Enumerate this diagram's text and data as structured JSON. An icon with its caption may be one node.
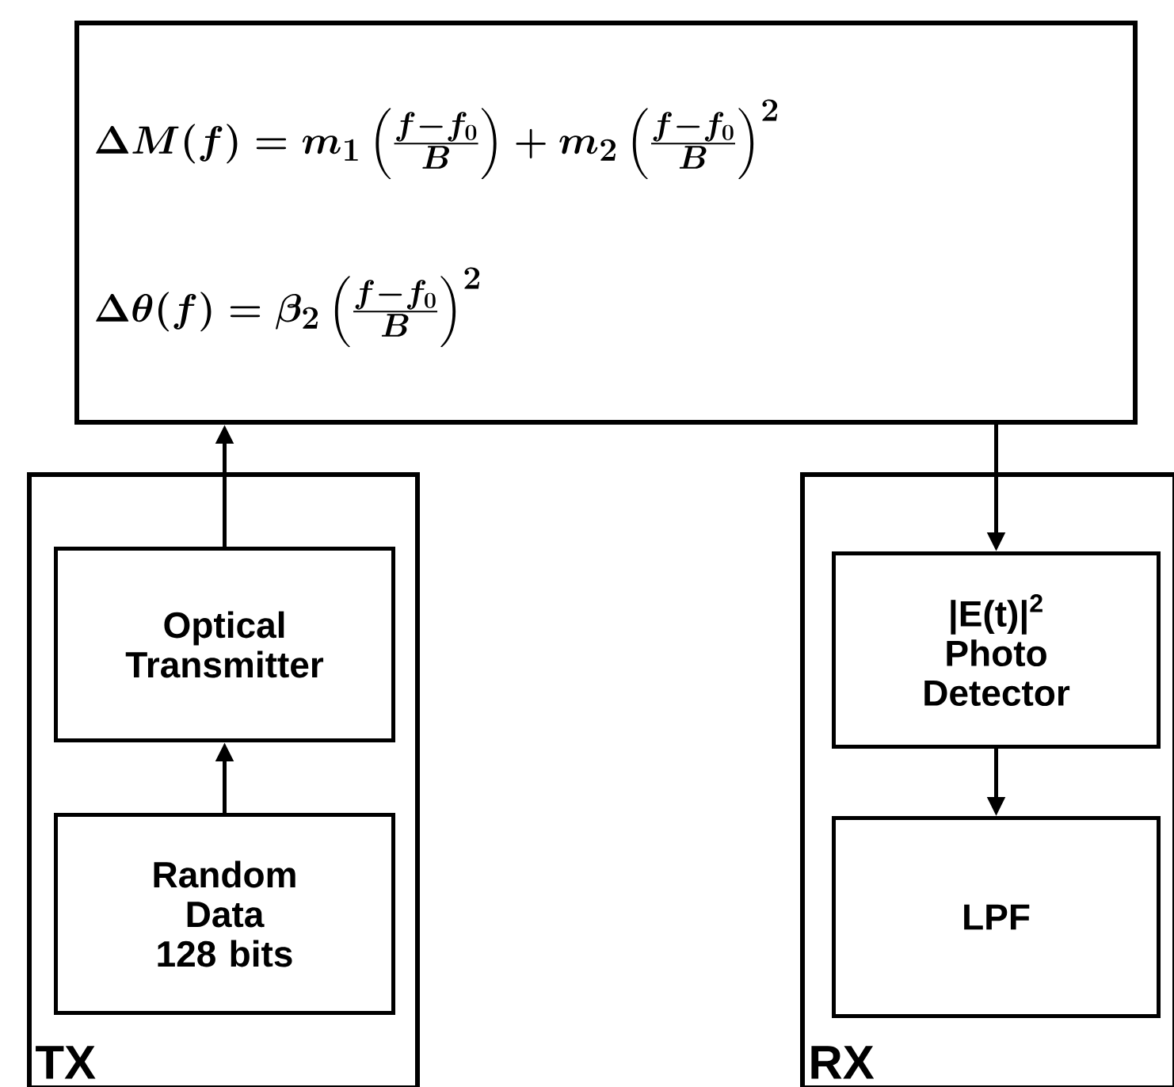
{
  "diagram": {
    "nodes": [
      {
        "text": [
          "\\Delta M(f) = m_1\\left(\\frac{f-f_0}{B}\\right) + m_2\\left(\\frac{f-f_0}{B}\\right)^2",
          "\\Delta\\theta(f) = \\beta_2\\left(\\frac{f-f_0}{B}\\right)^2"
        ]
      },
      {
        "text": [
          "TX"
        ]
      },
      {
        "text": [
          "Optical Transmitter"
        ],
        "in": 1
      },
      {
        "text": [
          "Random Data 128 bits"
        ],
        "in": 1
      },
      {
        "text": [
          "RX"
        ]
      },
      {
        "text": [
          "|E(t)|$^{2}$",
          "Photo Detector"
        ],
        "in": 4
      },
      {
        "text": [
          "LPF"
        ],
        "in": 4
      }
    ],
    "edges": [
      {
        "from": 3,
        "to": 2,
        "arrow": "to"
      },
      {
        "from": 2,
        "to": 0,
        "arrow": "to"
      },
      {
        "from": 0,
        "to": 5,
        "arrow": "to"
      },
      {
        "from": 5,
        "to": 6,
        "arrow": "to"
      }
    ]
  }
}
